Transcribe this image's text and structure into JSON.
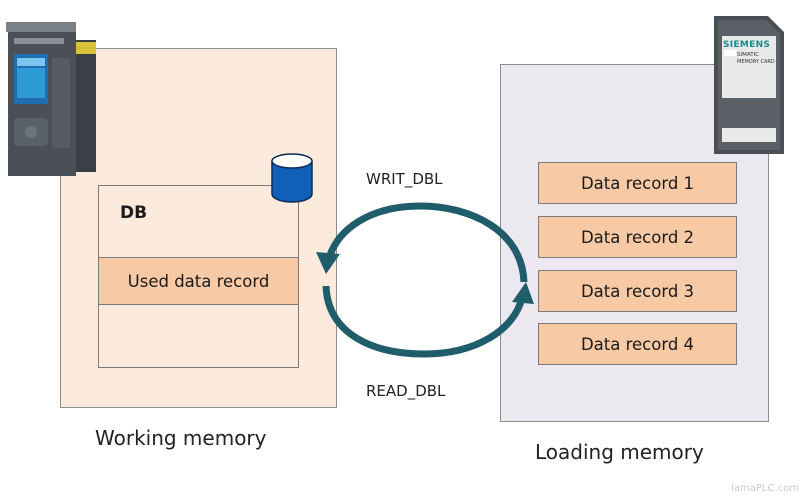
{
  "working_memory": {
    "caption": "Working memory",
    "db": {
      "title": "DB",
      "used_record": "Used data record"
    }
  },
  "loading_memory": {
    "caption": "Loading memory",
    "records": [
      "Data record 1",
      "Data record 2",
      "Data record 3",
      "Data record 4"
    ]
  },
  "arrows": {
    "top_label": "WRIT_DBL",
    "bottom_label": "READ_DBL"
  },
  "memory_card": {
    "brand": "SIEMENS",
    "line1": "SIMATIC",
    "line2": "MEMORY CARD"
  },
  "watermark": "lamaPLC.com",
  "colors": {
    "working_bg": "#fcebdd",
    "loading_bg": "#ece8f0",
    "record_fill": "#f7c9a4",
    "arrow": "#1f5d6b",
    "db_icon": "#1060b8"
  }
}
